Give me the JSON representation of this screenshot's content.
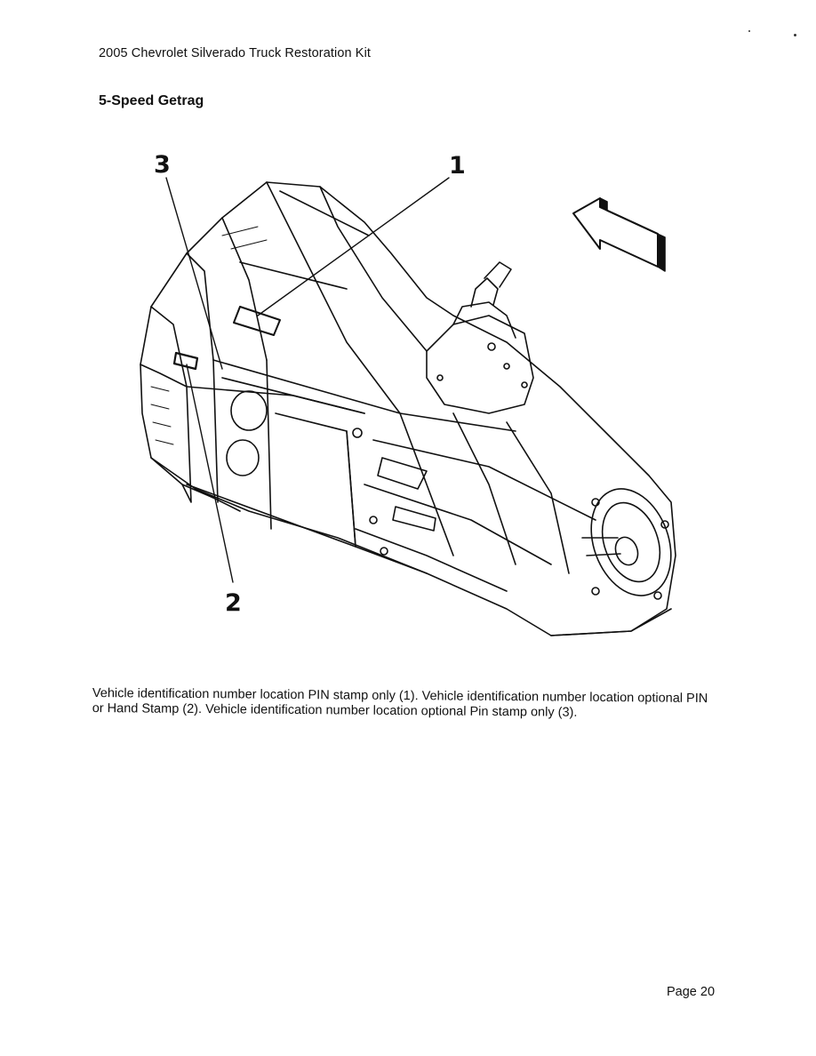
{
  "header": {
    "title": "2005 Chevrolet Silverado Truck Restoration Kit"
  },
  "section": {
    "title": "5-Speed Getrag"
  },
  "figure": {
    "callouts": {
      "one": "1",
      "two": "2",
      "three": "3"
    },
    "icons": [
      "transmission-illustration",
      "direction-arrow-icon"
    ]
  },
  "caption": {
    "text": "Vehicle identification number location PIN stamp only (1). Vehicle identification number location optional PIN or Hand Stamp (2). Vehicle identification number location optional Pin stamp only (3)."
  },
  "footer": {
    "page": "Page 20"
  }
}
